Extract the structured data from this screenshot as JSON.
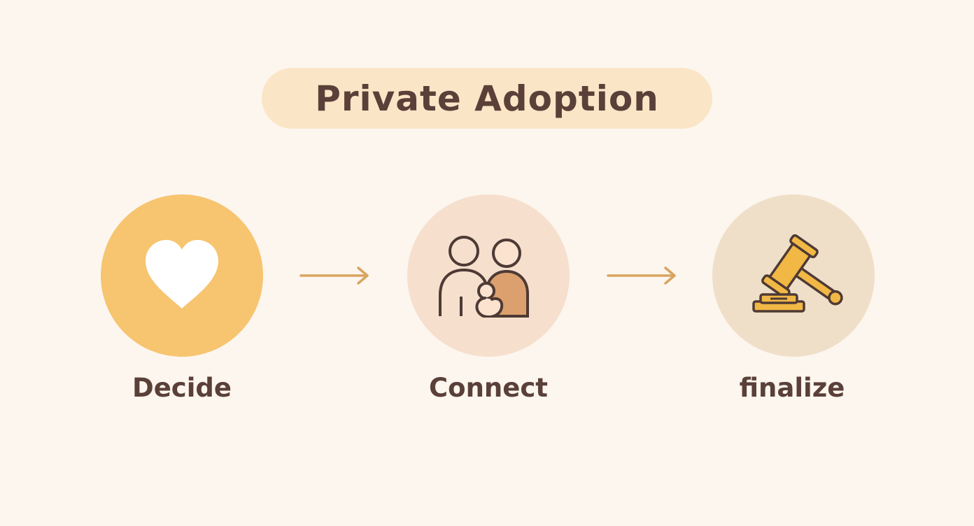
{
  "title": "Private Adoption",
  "steps": [
    {
      "label": "Decide",
      "icon": "heart-icon",
      "color": "#f7c46f"
    },
    {
      "label": "Connect",
      "icon": "family-icon",
      "color": "#f6dfcc"
    },
    {
      "label": "finalize",
      "icon": "gavel-icon",
      "color": "#f0dfc8"
    }
  ],
  "colors": {
    "background": "#fcf6ef",
    "title_pill": "#fbe5c7",
    "text": "#5a4038",
    "arrow": "#d9a45f",
    "accent": "#f2b845"
  }
}
